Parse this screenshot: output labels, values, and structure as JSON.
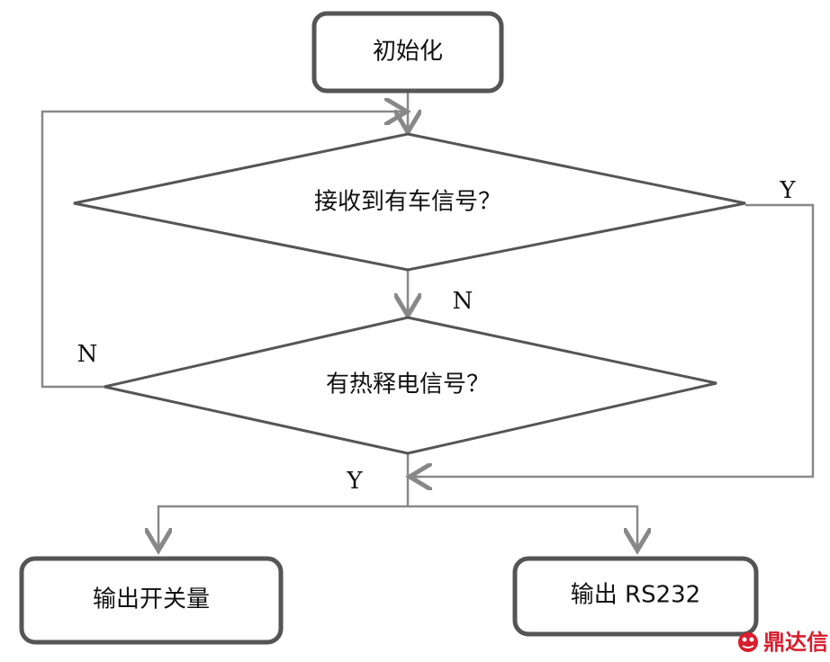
{
  "nodes": {
    "init": "初始化",
    "decision_vehicle": "接收到有车信号？",
    "decision_pir": "有热释电信号？",
    "output_switch": "输出开关量",
    "output_rs232": "输出 RS232"
  },
  "edges": {
    "vehicle_yes": "Y",
    "vehicle_no": "N",
    "pir_no": "N",
    "pir_yes": "Y"
  },
  "watermark": {
    "text": "鼎达信",
    "color": "#d81d2c"
  }
}
